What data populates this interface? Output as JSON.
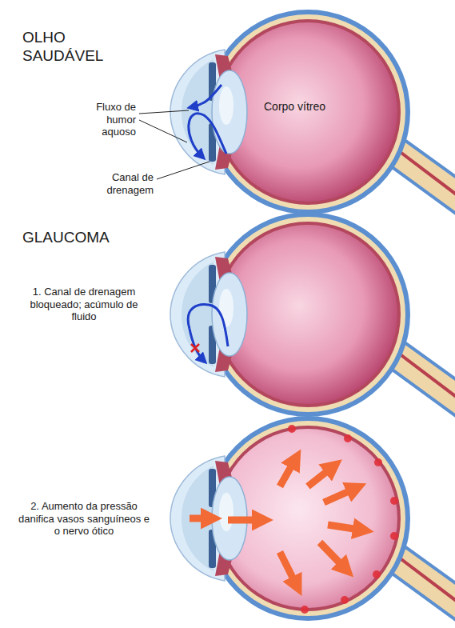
{
  "diagram": {
    "labels": [
      "OLHO SAUDÁVEL",
      "Fluxo de humor aquoso",
      "Corpo vítreo",
      "Canal de drenagem",
      "GLAUCOMA",
      "1. Canal de drenagem bloqueado; acúmulo de fluido",
      "2. Aumento da pressão danifica vasos sanguíneos e o nervo ótico"
    ]
  }
}
